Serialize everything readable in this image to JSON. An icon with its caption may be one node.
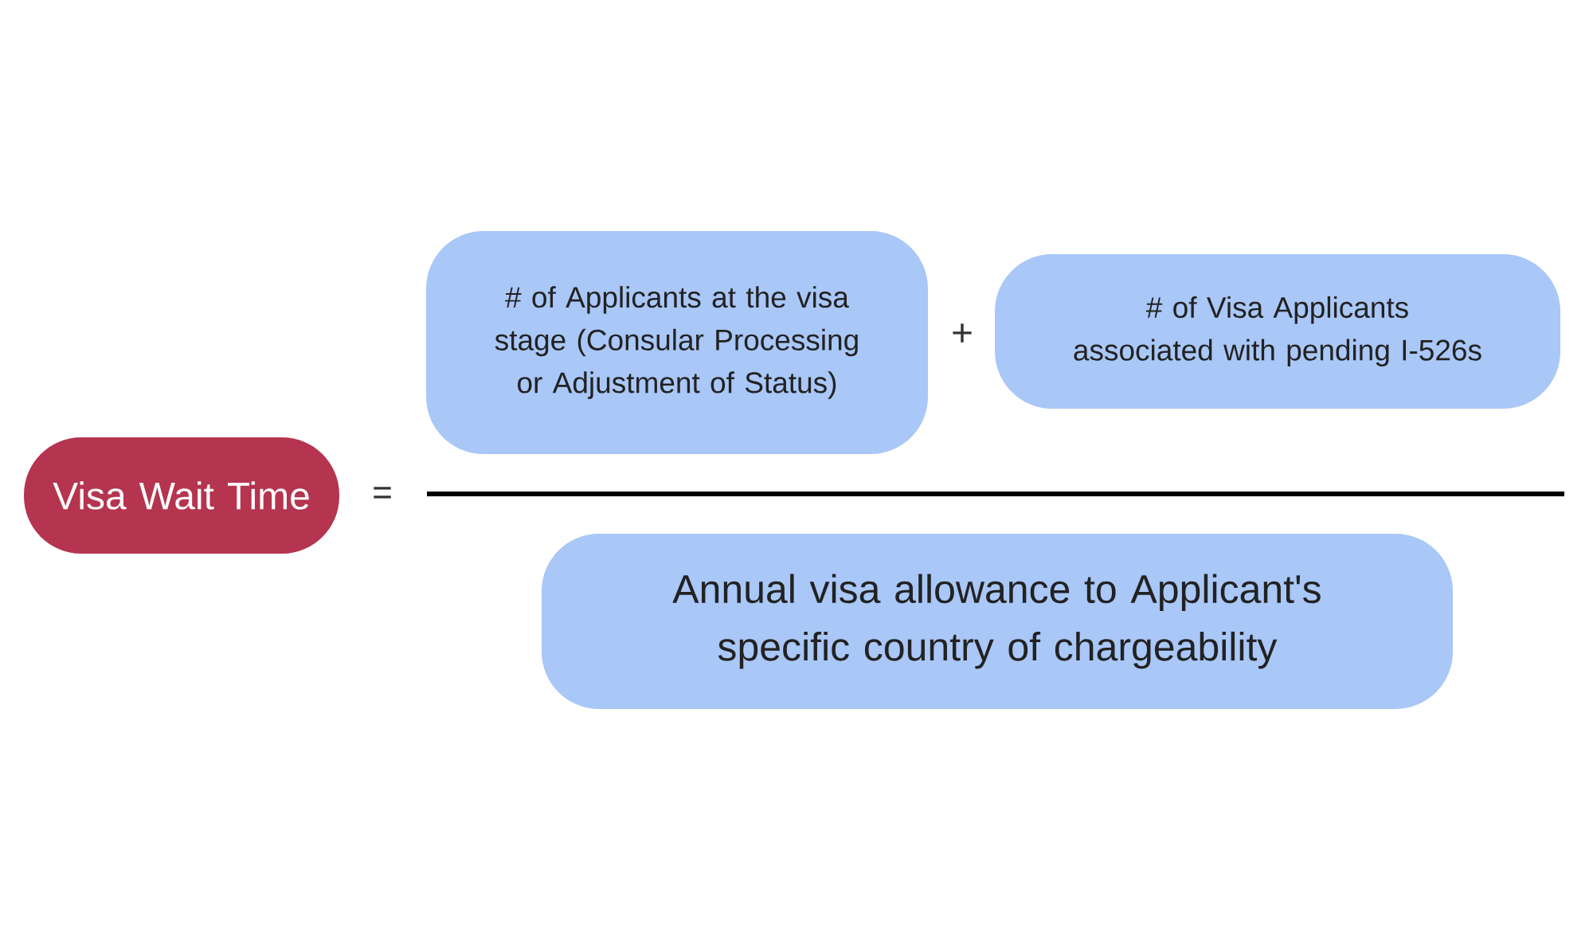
{
  "diagram": {
    "nodes": [
      {
        "text": [
          "Visa Wait Time"
        ]
      },
      {
        "text": [
          "# of Applicants at the visa stage (Consular Processing or Adjustment of Status)"
        ]
      },
      {
        "text": [
          "# of Visa Applicants associated with pending I-526s"
        ]
      },
      {
        "text": [
          "Annual visa allowance to Applicant's specific country of chargeability"
        ]
      }
    ],
    "labels": [
      "=",
      "+"
    ]
  }
}
